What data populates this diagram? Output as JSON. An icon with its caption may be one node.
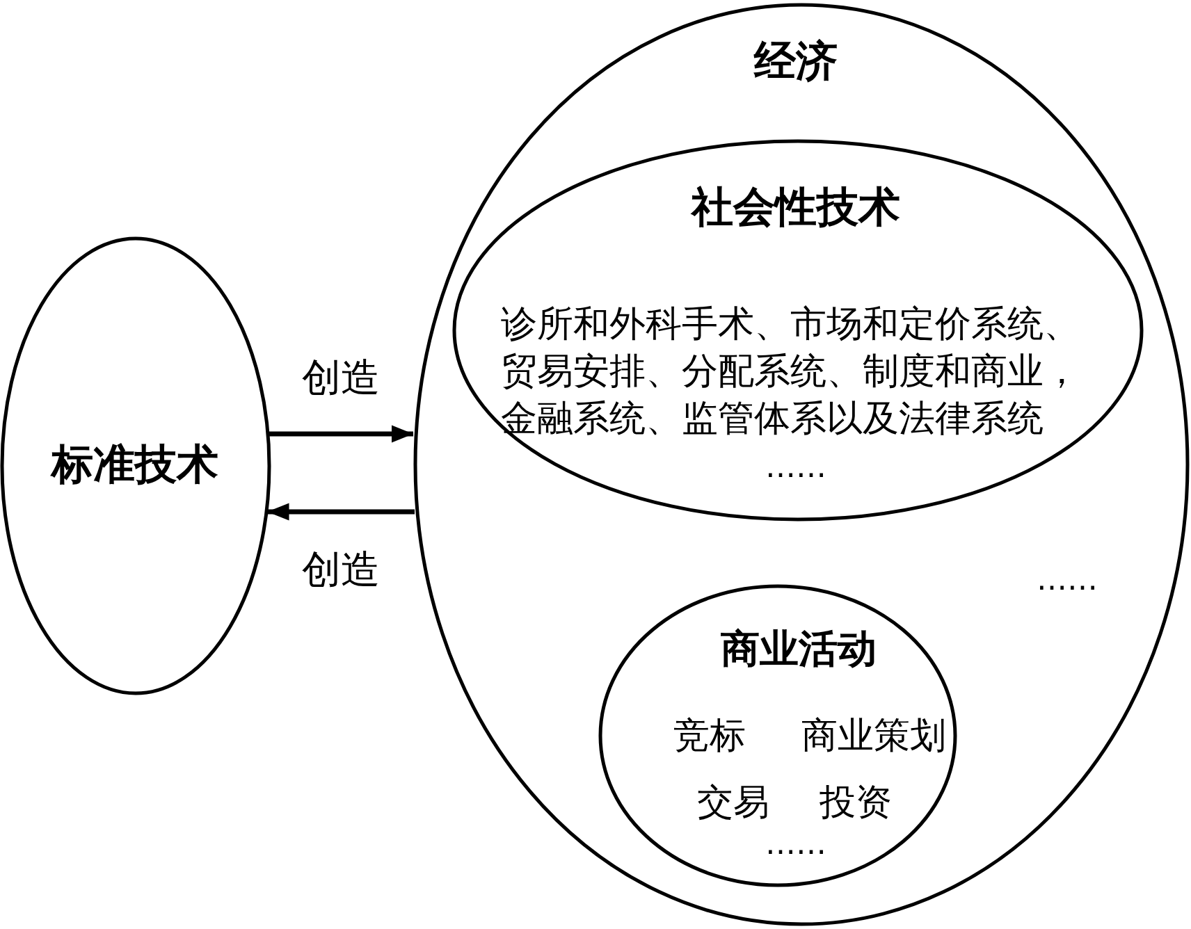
{
  "diagram": {
    "nodes": [
      {
        "text": [
          "标准技术"
        ]
      },
      {
        "text": [
          "经济",
          "……"
        ]
      },
      {
        "text": [
          "社会性技术",
          "诊所和外科手术、市场和定价系统、贸易安排、分配系统、制度和商业，金融系统、监管体系以及法律系统",
          "……"
        ],
        "in": 1
      },
      {
        "text": [
          "商业活动",
          "竞标",
          "商业策划",
          "交易",
          "投资",
          "……"
        ],
        "in": 1
      }
    ],
    "edges": [
      {
        "from": 0,
        "to": 1,
        "arrow": "to",
        "label": "创造"
      },
      {
        "from": 1,
        "to": 0,
        "arrow": "to",
        "label": "创造"
      }
    ]
  }
}
